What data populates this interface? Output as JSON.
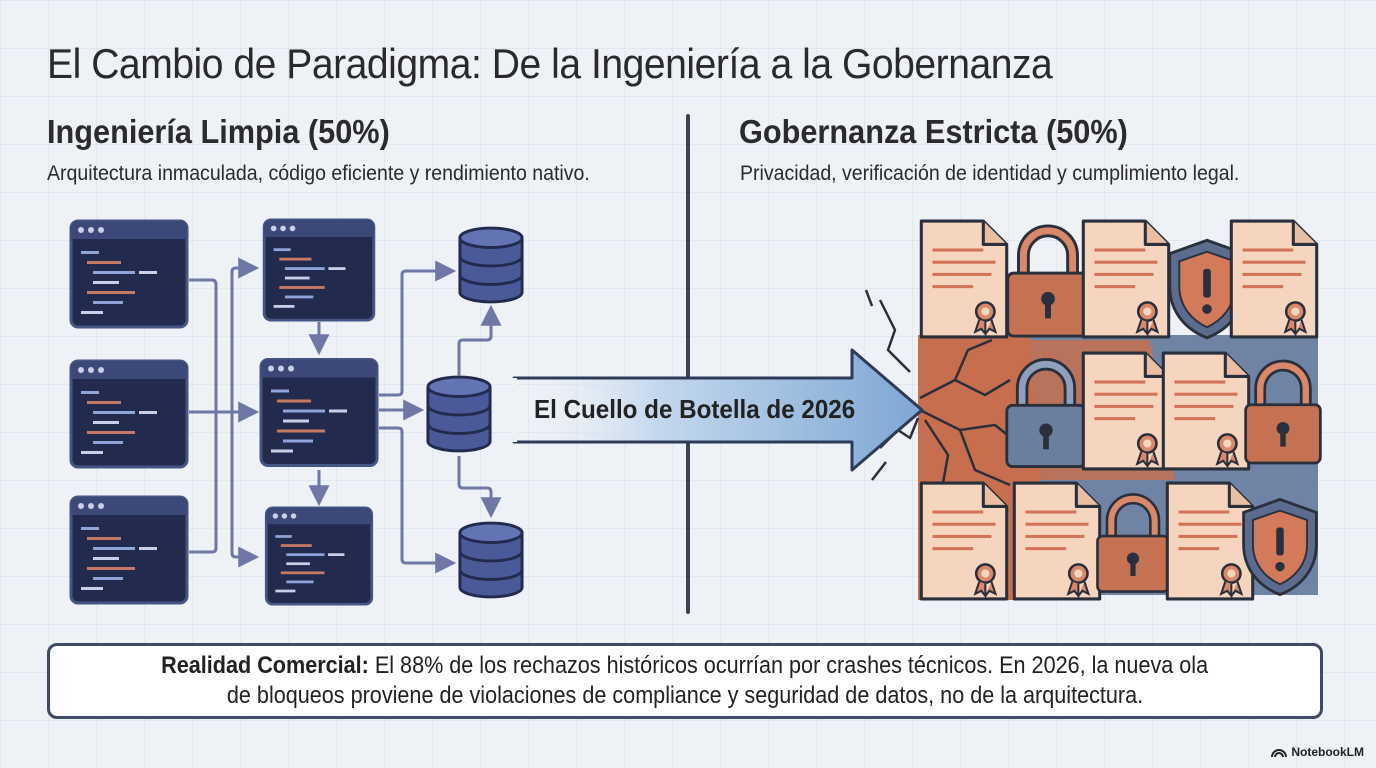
{
  "title": "El Cambio de Paradigma: De la Ingeniería a la Gobernanza",
  "left": {
    "heading": "Ingeniería Limpia (50%)",
    "subtitle": "Arquitectura inmaculada, código eficiente y rendimiento nativo.",
    "icons": [
      "code-window-icon",
      "database-icon",
      "flow-arrow-icon"
    ]
  },
  "right": {
    "heading": "Gobernanza Estricta (50%)",
    "subtitle": "Privacidad, verificación de identidad y cumplimiento legal.",
    "icons": [
      "document-icon",
      "padlock-icon",
      "shield-warning-icon",
      "seal-icon"
    ]
  },
  "bottleneck": {
    "label": "El Cuello de Botella de 2026"
  },
  "reality": {
    "bold_label": "Realidad Comercial:",
    "line1_text": "El 88% de los rechazos históricos ocurrían por crashes técnicos. En 2026, la nueva ola",
    "line2_text": "de bloqueos proviene de violaciones de compliance y seguridad de datos, no de la arquitectura."
  },
  "brand": {
    "name": "NotebookLM"
  },
  "colors": {
    "window_bg": "#222b4e",
    "window_border": "#465584",
    "database": "#4a5a98",
    "arrow_line": "#6f77a6",
    "document": "#f6d5bf",
    "lock": "#c57252",
    "lock_blue": "#6a7f9d",
    "shield": "#5c6c8e",
    "wall_orange": "#c76f4f",
    "big_arrow": "#a9c7e6"
  }
}
